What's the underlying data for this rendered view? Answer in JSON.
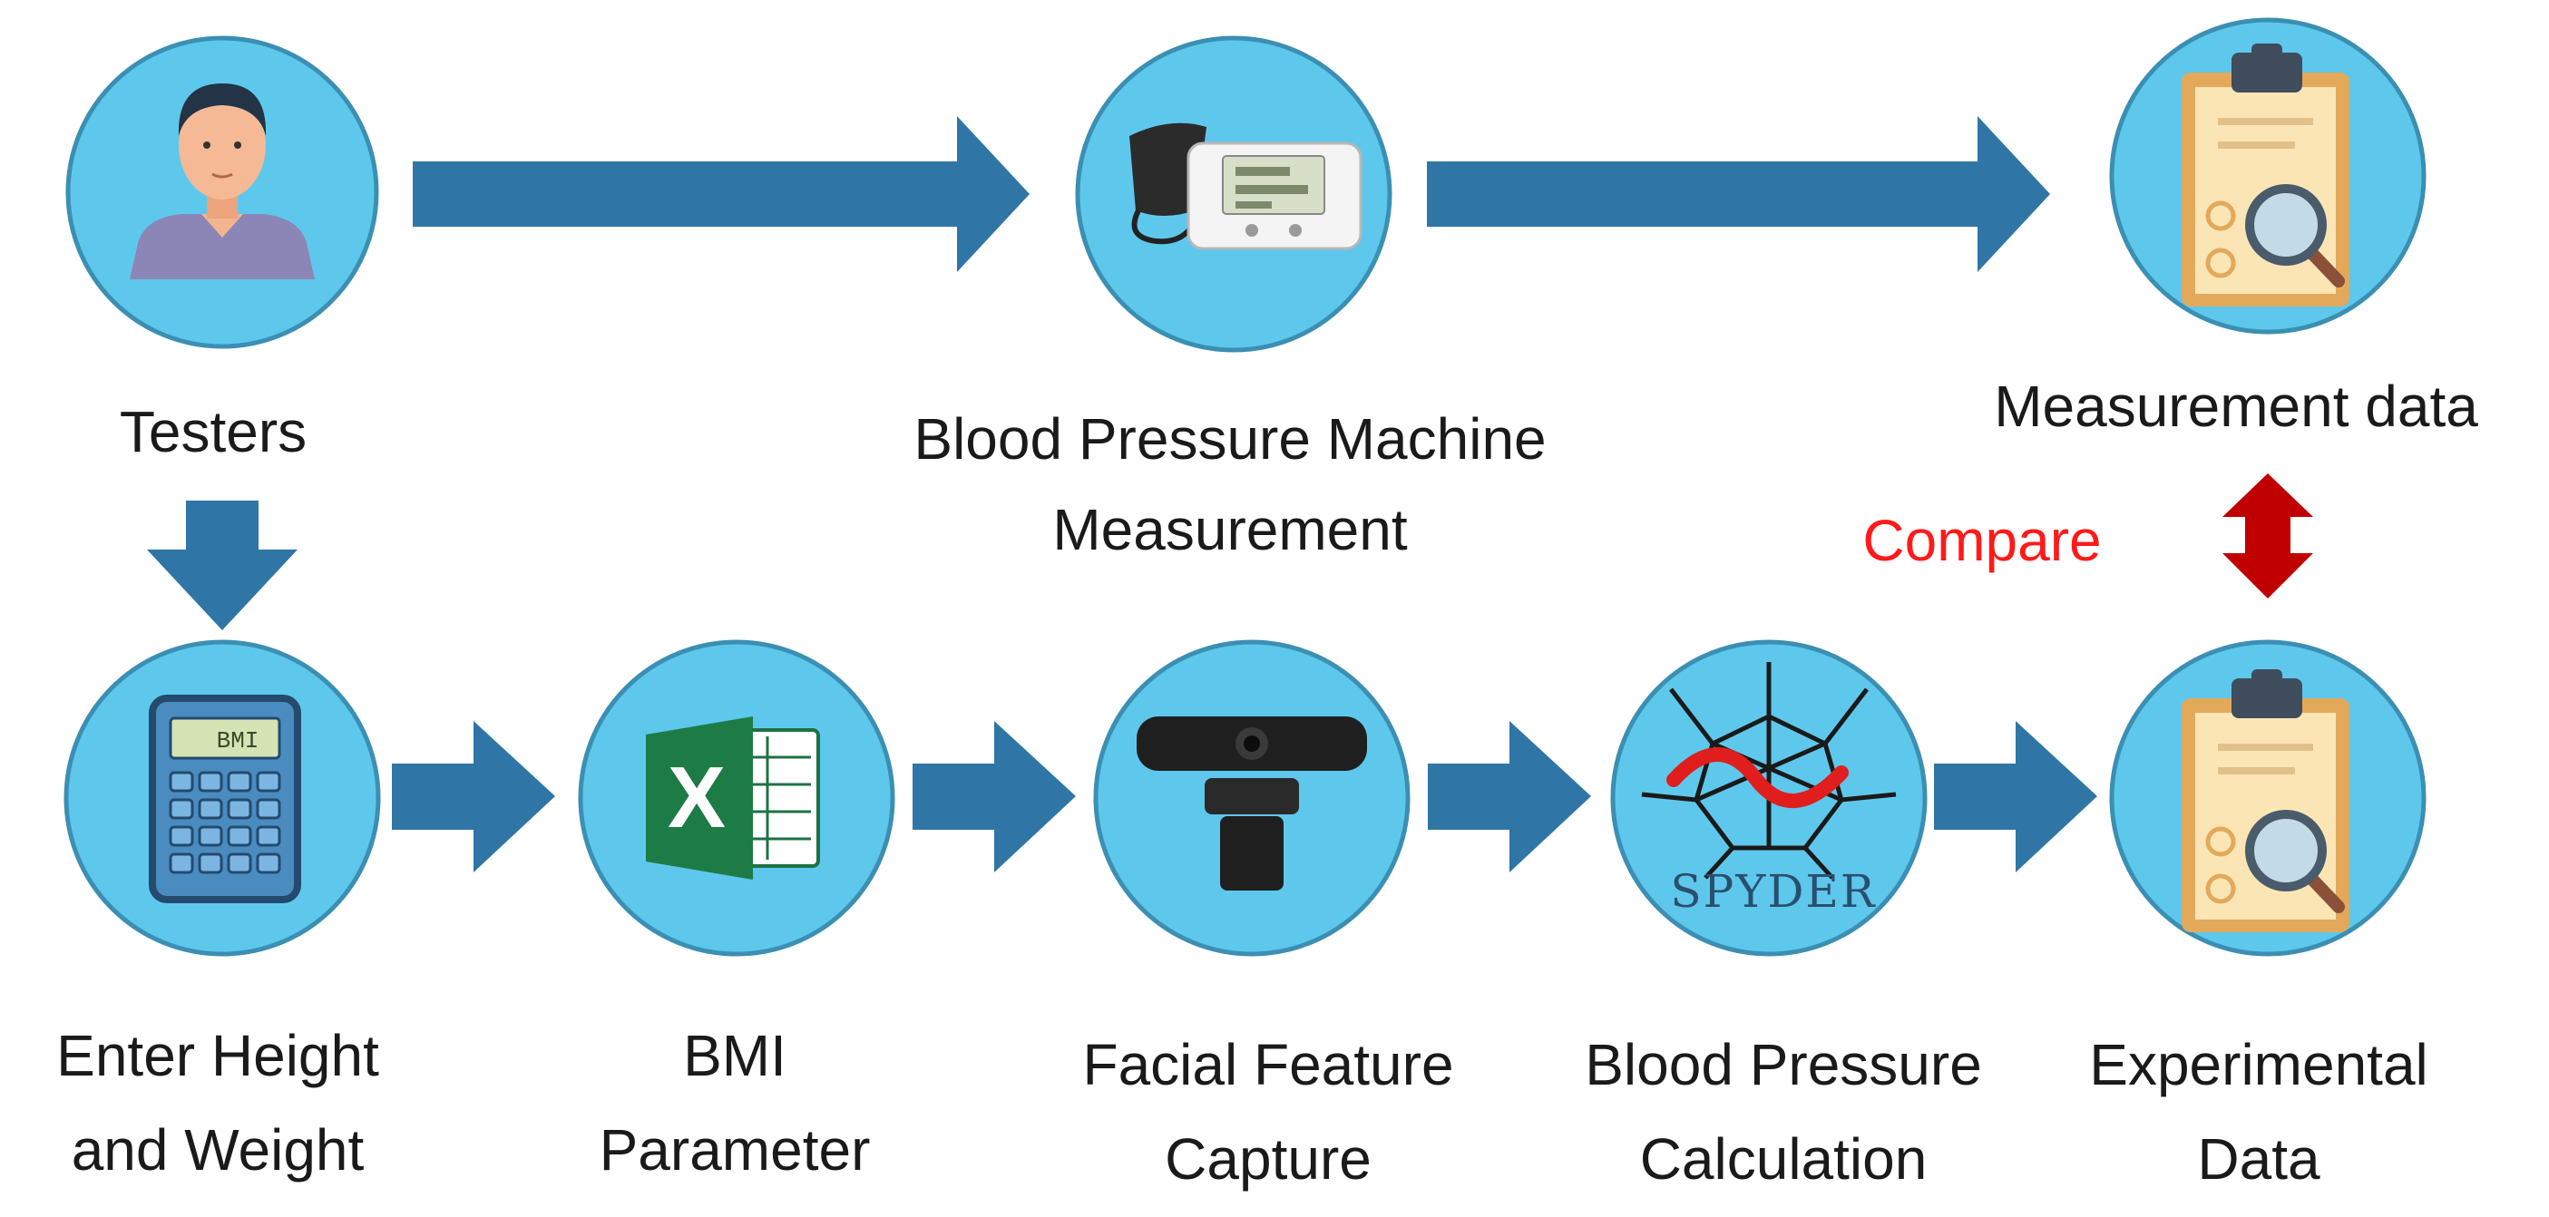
{
  "nodes": {
    "testers": {
      "label": "Testers",
      "icon": "person-icon"
    },
    "bp_machine": {
      "label_line1": "Blood Pressure Machine",
      "label_line2": "Measurement",
      "icon": "blood-pressure-monitor-icon"
    },
    "measurement_data": {
      "label": "Measurement data",
      "icon": "clipboard-magnifier-icon"
    },
    "enter_height_weight": {
      "label_line1": "Enter Height",
      "label_line2": "and Weight",
      "icon": "bmi-calculator-icon",
      "screen_text": "BMI"
    },
    "bmi_parameter": {
      "label_line1": "BMI",
      "label_line2": "Parameter",
      "icon": "excel-icon",
      "icon_letter": "X"
    },
    "facial_capture": {
      "label_line1": "Facial Feature",
      "label_line2": "Capture",
      "icon": "webcam-icon"
    },
    "bp_calculation": {
      "label_line1": "Blood Pressure",
      "label_line2": "Calculation",
      "icon": "spyder-icon",
      "logo_text": "SPYDER"
    },
    "experimental_data": {
      "label_line1": "Experimental",
      "label_line2": "Data",
      "icon": "clipboard-magnifier-icon"
    }
  },
  "compare": {
    "label": "Compare",
    "icon": "double-arrow-icon"
  },
  "colors": {
    "circle_fill": "#5ec8ec",
    "circle_stroke": "#3b8fb3",
    "arrow_fill": "#2f76a6",
    "compare_text": "#ff1a1a",
    "compare_arrow": "#c00000"
  }
}
